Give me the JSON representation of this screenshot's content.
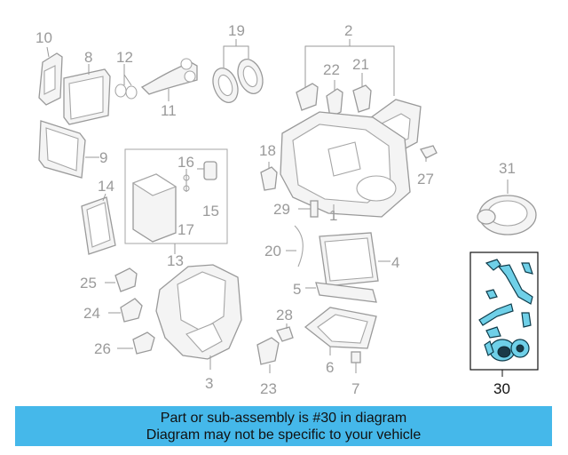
{
  "callouts": {
    "n1": "1",
    "n2": "2",
    "n3": "3",
    "n4": "4",
    "n5": "5",
    "n6": "6",
    "n7": "7",
    "n8": "8",
    "n9": "9",
    "n10": "10",
    "n11": "11",
    "n12": "12",
    "n13": "13",
    "n14": "14",
    "n15": "15",
    "n16": "16",
    "n17": "17",
    "n18": "18",
    "n19": "19",
    "n20": "20",
    "n21": "21",
    "n22": "22",
    "n23": "23",
    "n24": "24",
    "n25": "25",
    "n26": "26",
    "n27": "27",
    "n28": "28",
    "n29": "29",
    "n30": "30",
    "n31": "31"
  },
  "highlight": {
    "part_number": "30",
    "color": "#6fd0e8"
  },
  "banner": {
    "line1": "Part or sub-assembly is #30 in diagram",
    "line2": "Diagram may not be specific to your vehicle",
    "background": "#45b8ea"
  }
}
